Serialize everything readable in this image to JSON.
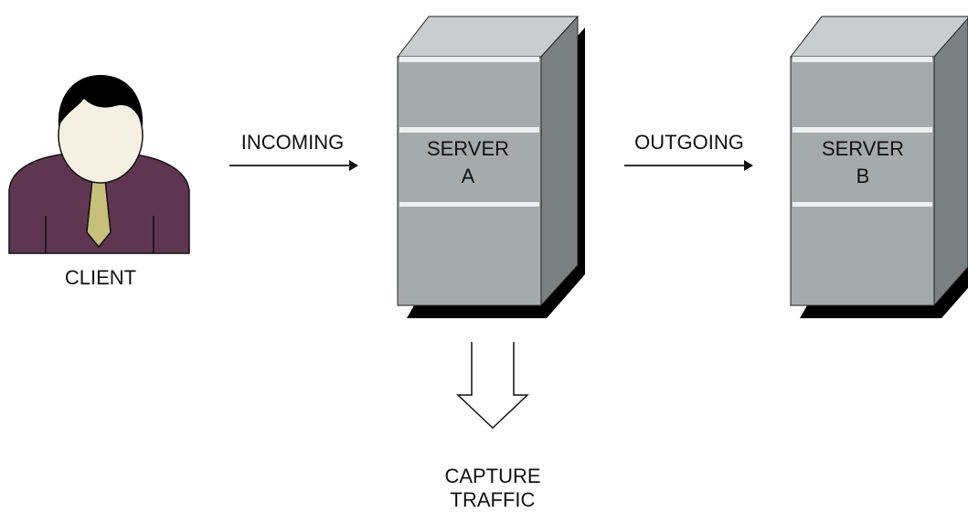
{
  "diagram": {
    "client": {
      "label": "CLIENT",
      "icon": "person-icon"
    },
    "incoming": {
      "label": "INCOMING",
      "icon": "arrow-right-icon"
    },
    "outgoing": {
      "label": "OUTGOING",
      "icon": "arrow-right-icon"
    },
    "server_a": {
      "line1": "SERVER",
      "line2": "A",
      "icon": "server-tower-icon"
    },
    "server_b": {
      "line1": "SERVER",
      "line2": "B",
      "icon": "server-tower-icon"
    },
    "capture": {
      "line1": "CAPTURE",
      "line2": "TRAFFIC",
      "icon": "hollow-arrow-down-icon"
    }
  },
  "colors": {
    "shirt": "#5e3652",
    "face": "#f4f1e3",
    "hair": "#000000",
    "tie": "#c7c07a",
    "server_front": "#a5aaab",
    "server_top": "#c9cdce",
    "server_side": "#7b8080",
    "server_shadow": "#000000",
    "stripe": "#eef0ef"
  }
}
